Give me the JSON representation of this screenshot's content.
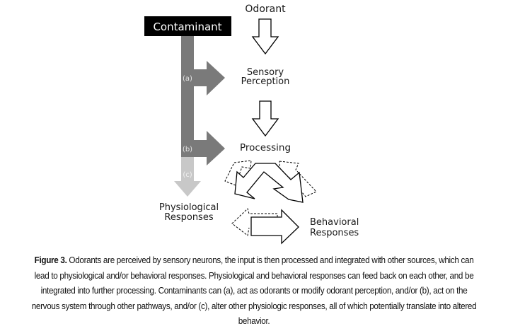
{
  "diagram": {
    "contaminant_label": "Contaminant",
    "odorant_label": "Odorant",
    "sensory_perception_label": [
      "Sensory",
      "Perception"
    ],
    "processing_label": "Processing",
    "physiological_responses_label": [
      "Physiological",
      "Responses"
    ],
    "behavioral_responses_label": [
      "Behavioral",
      "Responses"
    ],
    "pathway_a_label": "(a)",
    "pathway_b_label": "(b)",
    "pathway_c_label": "(c)",
    "colors": {
      "contaminant_box": "#000000",
      "pathway_dark": "#7a7a7a",
      "pathway_light": "#c8c8c8",
      "arrow_outline": "#000000"
    }
  },
  "caption": {
    "figure_label": "Figure 3.",
    "text": " Odorants are perceived by sensory neurons, the input is then processed and integrated with other sources, which can lead to physiological and/or behavioral responses. Physiological and behavioral responses can feed back on each other, and be integrated into further processing. Contaminants can (a), act as odorants or modify odorant perception, and/or (b), act on the nervous system through other pathways, and/or (c), alter other physiologic responses, all of which potentially translate into altered behavior."
  }
}
